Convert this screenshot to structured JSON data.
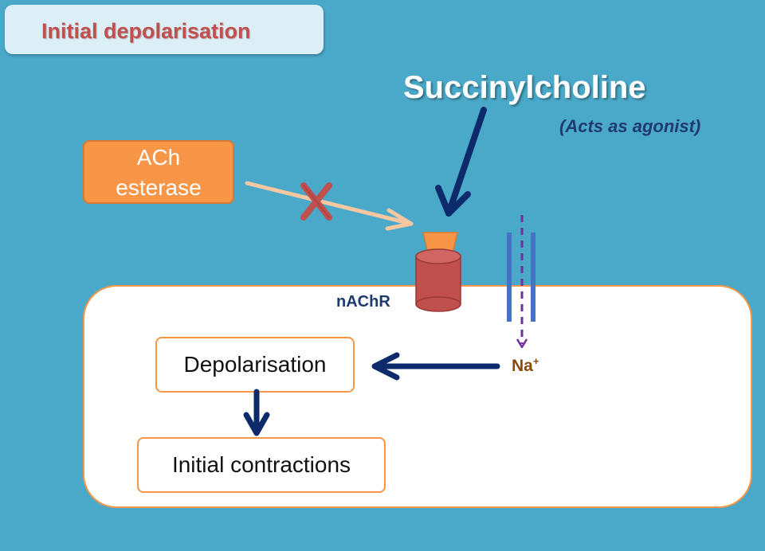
{
  "title": "Initial depolarisation",
  "ach_box": {
    "line1": "ACh",
    "line2": "esterase"
  },
  "drug": {
    "name": "Succinylcholine",
    "note": "(Acts as agonist)"
  },
  "receptor": {
    "label": "nAChR"
  },
  "ion": {
    "label": "Na",
    "charge": "+"
  },
  "steps": {
    "depolarisation": "Depolarisation",
    "contractions": "Initial contractions"
  },
  "colors": {
    "background": "#4aa8c8",
    "accent_orange": "#f79646",
    "title_red": "#c0504d",
    "arrow_navy": "#0d2a6b",
    "receptor_red": "#c0504d",
    "channel_blue": "#4472c4",
    "ion_purple": "#7030a0"
  },
  "icons": {
    "blocked": "x-mark-icon"
  }
}
